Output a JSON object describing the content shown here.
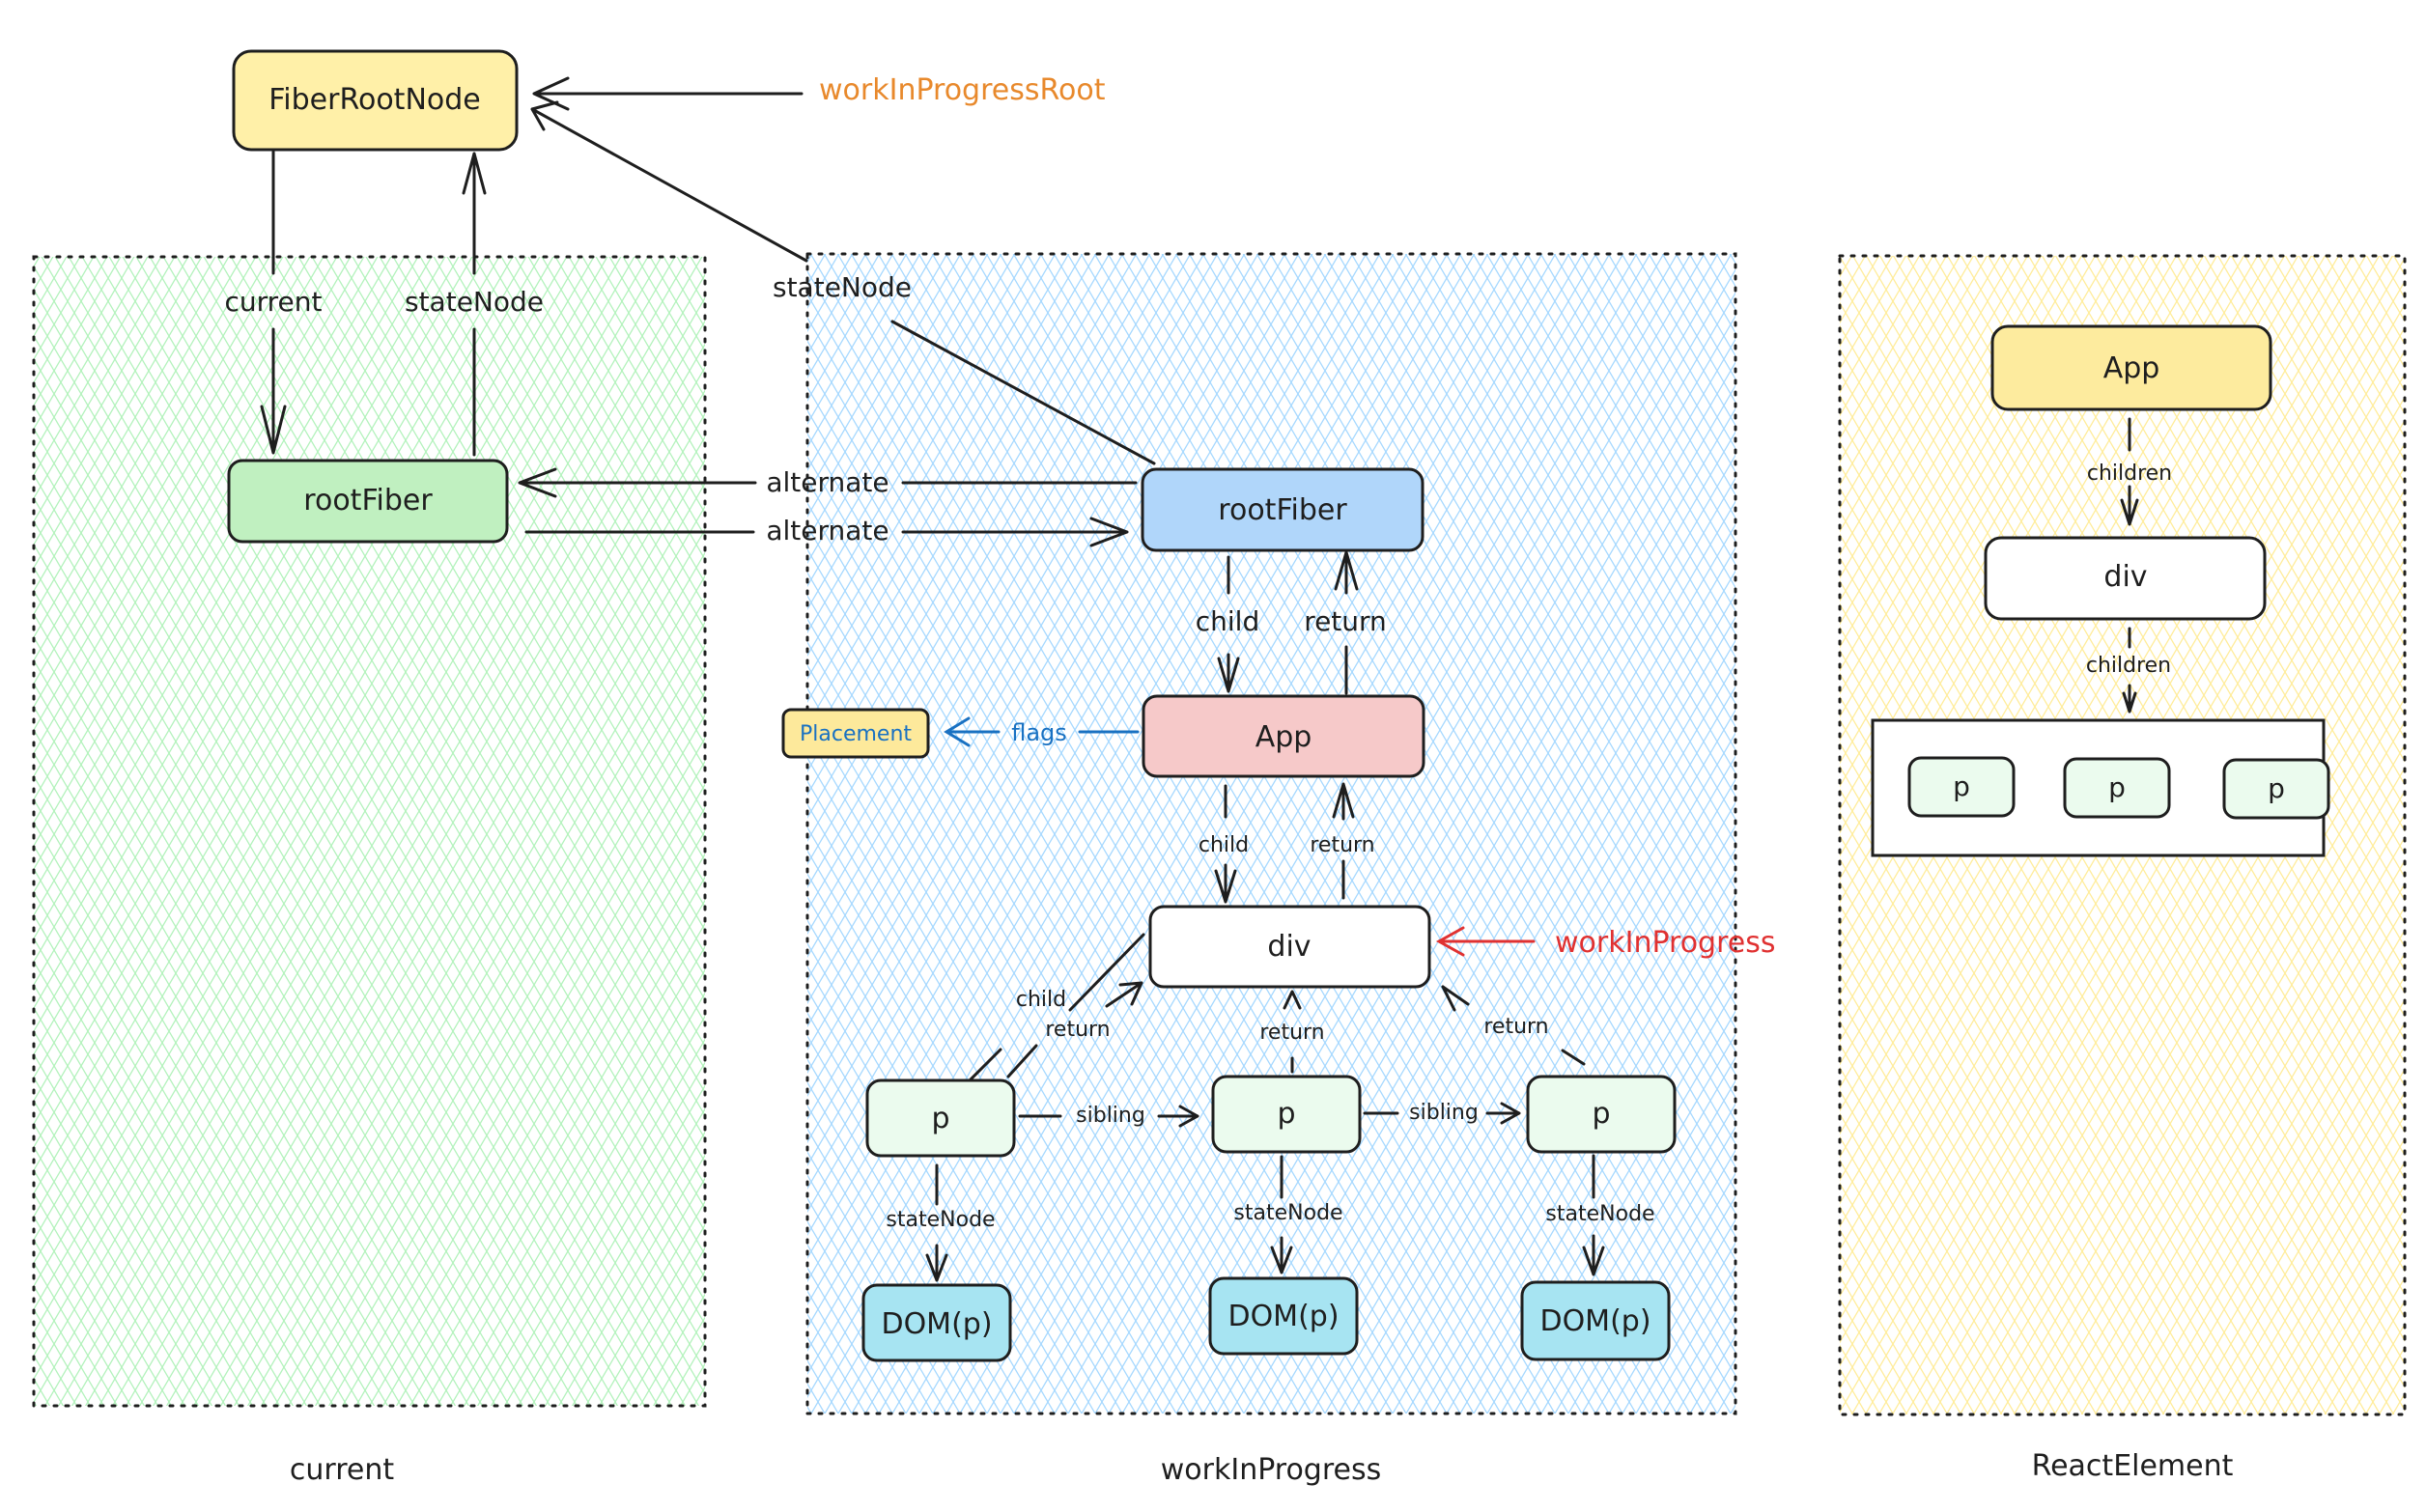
{
  "panels": {
    "current": {
      "label": "current",
      "hatch_color": "#b2f2bb"
    },
    "workInProgress": {
      "label": "workInProgress",
      "hatch_color": "#a5d8ff"
    },
    "reactElement": {
      "label": "ReactElement",
      "hatch_color": "#ffec99"
    }
  },
  "nodes": {
    "fiberRootNode": {
      "label": "FiberRootNode",
      "fill": "#fff0a8"
    },
    "currentRootFiber": {
      "label": "rootFiber",
      "fill": "#c0f0c0"
    },
    "wipRootFiber": {
      "label": "rootFiber",
      "fill": "#b0d6fa"
    },
    "wipApp": {
      "label": "App",
      "fill": "#f6c9c9"
    },
    "placement": {
      "label": "Placement",
      "fill": "#fde99b",
      "text_color": "#1971c2"
    },
    "wipDiv": {
      "label": "div",
      "fill": "#ffffff"
    },
    "wipP": [
      {
        "label": "p"
      },
      {
        "label": "p"
      },
      {
        "label": "p"
      }
    ],
    "domP": [
      {
        "label": "DOM(p)"
      },
      {
        "label": "DOM(p)"
      },
      {
        "label": "DOM(p)"
      }
    ],
    "reApp": {
      "label": "App",
      "fill": "#fdeb9e"
    },
    "reDiv": {
      "label": "div",
      "fill": "#ffffff"
    },
    "reP": [
      {
        "label": "p"
      },
      {
        "label": "p"
      },
      {
        "label": "p"
      }
    ]
  },
  "pointers": {
    "workInProgressRoot": {
      "label": "workInProgressRoot",
      "color": "#e8892c"
    },
    "workInProgress": {
      "label": "workInProgress",
      "color": "#e03131"
    }
  },
  "edges": {
    "current": "current",
    "stateNode": "stateNode",
    "alternate": "alternate",
    "child": "child",
    "return": "return",
    "flags": "flags",
    "sibling": "sibling",
    "children": "children"
  },
  "colors": {
    "stroke": "#1e1e1e",
    "p_fill": "#ebfbee",
    "dom_fill": "#a7e4f2",
    "flags_color": "#1971c2"
  }
}
